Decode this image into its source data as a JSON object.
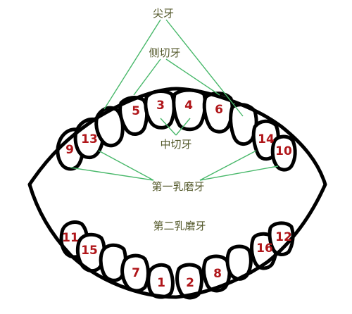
{
  "labels": {
    "canine": "尖牙",
    "lateral_incisor": "侧切牙",
    "central_incisor": "中切牙",
    "first_molar": "第一乳磨牙",
    "second_molar": "第二乳磨牙"
  },
  "teeth": {
    "t1": "1",
    "t2": "2",
    "t3": "3",
    "t4": "4",
    "t5": "5",
    "t6": "6",
    "t7": "7",
    "t8": "8",
    "t9": "9",
    "t10": "10",
    "t11": "11",
    "t12": "12",
    "t13": "13",
    "t14": "14",
    "t15": "15",
    "t16": "16"
  },
  "colors": {
    "leader_lines": "#48b86a",
    "tooth_numbers": "#b0161a",
    "label_text": "#555a2c",
    "outline": "#000000"
  }
}
